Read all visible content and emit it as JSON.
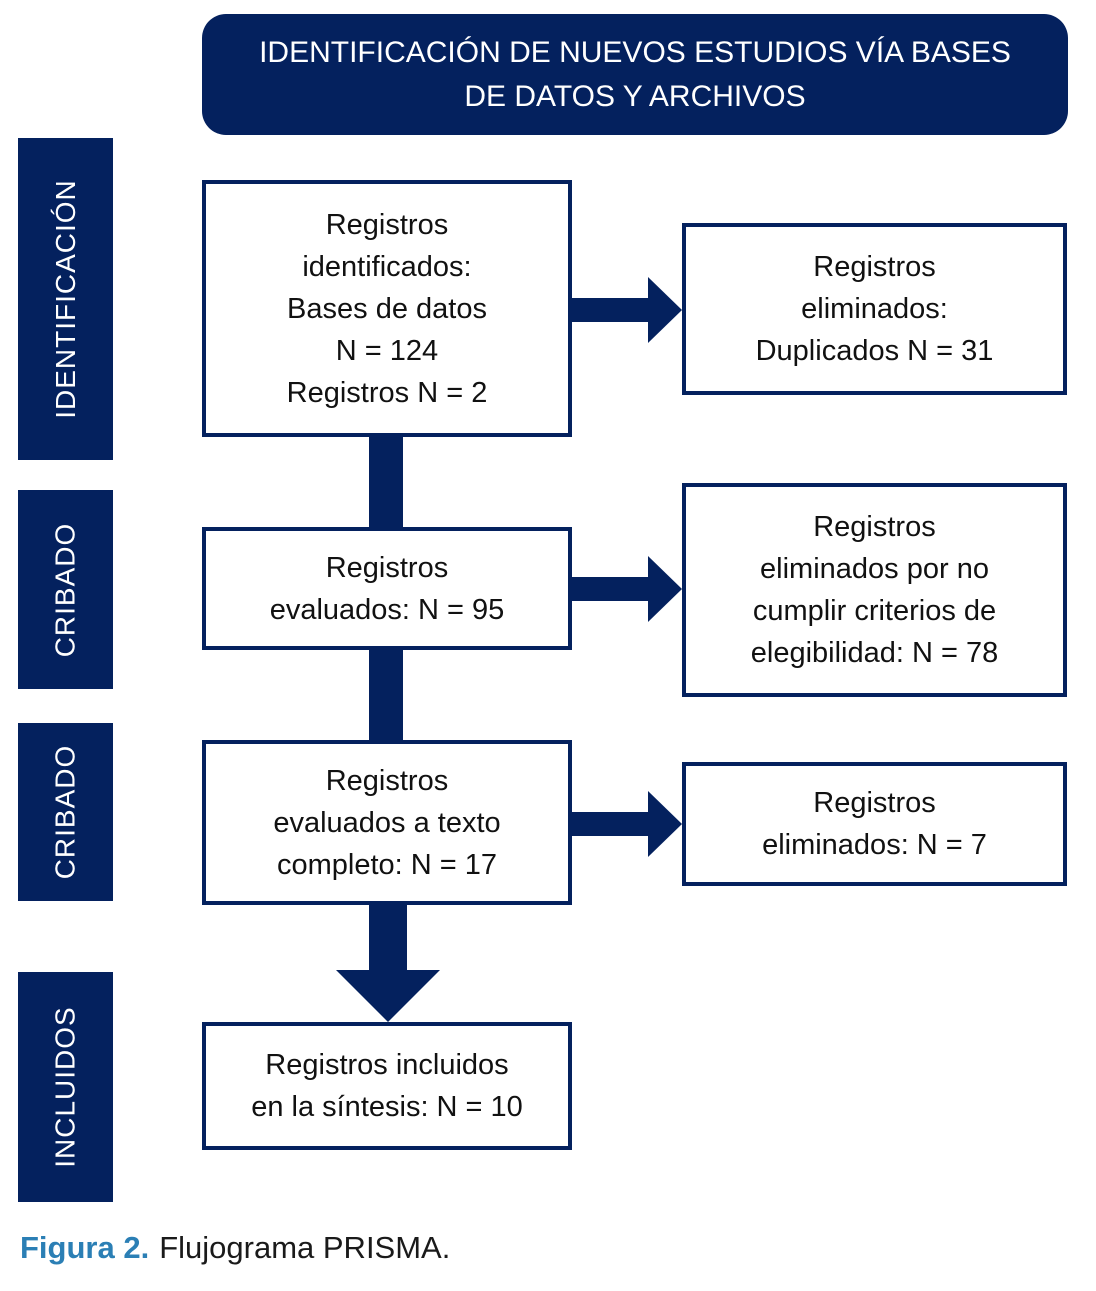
{
  "colors": {
    "navy": "#04215e",
    "caption_blue": "#2b7fb5",
    "box_text": "#111111",
    "box_bg": "#ffffff"
  },
  "header": {
    "title": "IDENTIFICACIÓN DE NUEVOS ESTUDIOS VÍA BASES\nDE DATOS Y ARCHIVOS"
  },
  "sidebar": {
    "items": [
      {
        "label": "IDENTIFICACIÓN"
      },
      {
        "label": "CRIBADO"
      },
      {
        "label": "CRIBADO"
      },
      {
        "label": "INCLUIDOS"
      }
    ]
  },
  "flow": {
    "main_boxes": [
      {
        "text": "Registros\nidentificados:\nBases de datos\nN = 124\nRegistros N = 2"
      },
      {
        "text": "Registros\nevaluados: N = 95"
      },
      {
        "text": "Registros\nevaluados a texto\ncompleto: N = 17"
      },
      {
        "text": "Registros incluidos\nen la síntesis: N = 10"
      }
    ],
    "side_boxes": [
      {
        "text": "Registros\neliminados:\nDuplicados N = 31"
      },
      {
        "text": "Registros\neliminados por no\ncumplir criterios de\nelegibilidad: N = 78"
      },
      {
        "text": "Registros\neliminados: N = 7"
      }
    ]
  },
  "caption": {
    "label": "Figura 2.",
    "text": "Flujograma PRISMA."
  }
}
